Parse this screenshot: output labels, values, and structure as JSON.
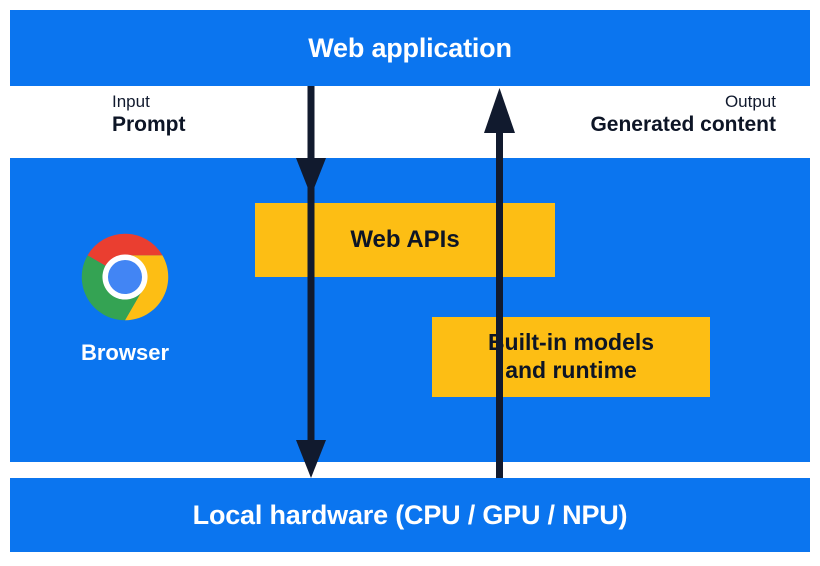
{
  "diagram": {
    "title": "Browser built-in AI architecture",
    "bands": [
      {
        "id": "web-application",
        "label": "Web application"
      },
      {
        "id": "browser",
        "label": ""
      },
      {
        "id": "local-hardware",
        "label": "Local hardware (CPU / GPU / NPU)"
      }
    ],
    "flows": [
      {
        "id": "input",
        "kicker": "Input",
        "value": "Prompt",
        "direction": "down"
      },
      {
        "id": "output",
        "kicker": "Output",
        "value": "Generated content",
        "direction": "up"
      }
    ],
    "boxes": [
      {
        "id": "web-apis",
        "label": "Web APIs"
      },
      {
        "id": "built-in-models",
        "line1": "Built-in models",
        "line2": "and runtime"
      }
    ],
    "browser": {
      "label": "Browser",
      "logo": "chrome-logo"
    },
    "colors": {
      "band_blue": "#0b75ef",
      "box_yellow": "#fdbe14",
      "arrow_navy": "#111a2e",
      "text_on_blue": "#ffffff",
      "text_dark": "#0d1526",
      "chrome_red": "#ea3e30",
      "chrome_yellow": "#fdbe14",
      "chrome_green": "#34a353",
      "chrome_blue": "#4285f4",
      "chrome_white": "#ffffff"
    }
  }
}
